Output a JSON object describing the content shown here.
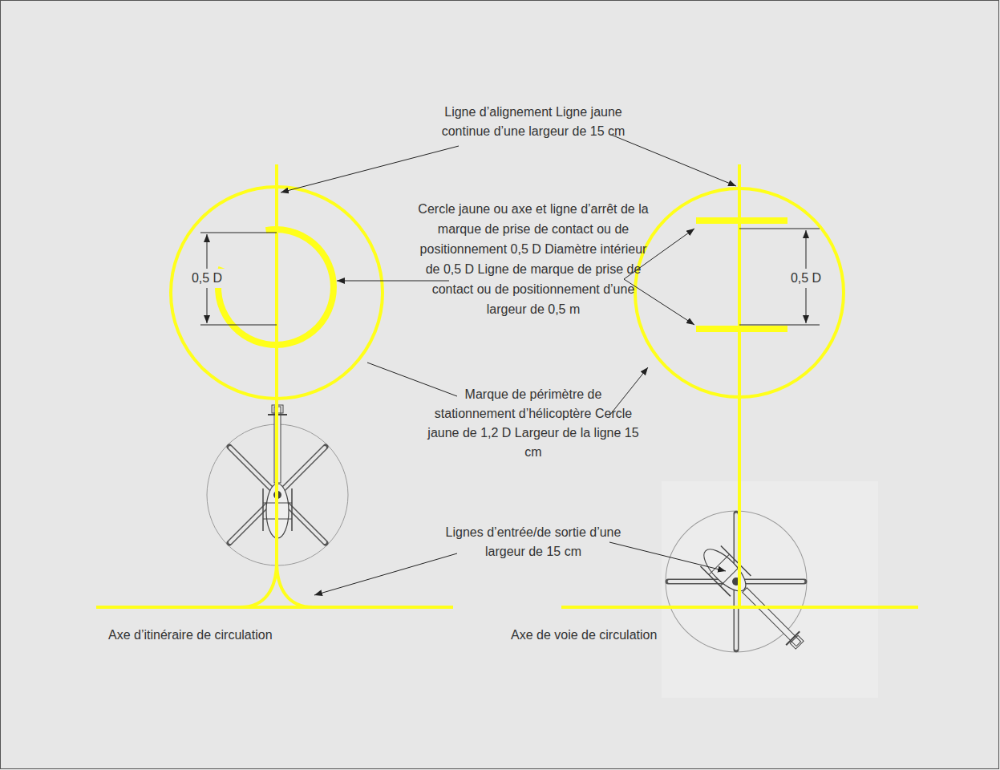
{
  "diagram": {
    "labels": [
      "Ligne d’alignement Ligne jaune continue d’une largeur de 15 cm",
      "0,5 D",
      "Cercle jaune ou axe et ligne d’arrêt de la marque de prise de contact ou de positionnement 0,5 D Diamètre intérieur de 0,5 D Ligne de marque de prise de contact ou de positionnement d’une largeur de 0,5 m",
      "0,5 D",
      "Marque de périmètre de stationnement d’hélicoptère Cercle jaune de 1,2 D Largeur de la ligne 15 cm",
      "Lignes d’entrée/de sortie d’une largeur de 15 cm",
      "Axe d’itinéraire de circulation",
      "Axe de voie de circulation"
    ]
  }
}
